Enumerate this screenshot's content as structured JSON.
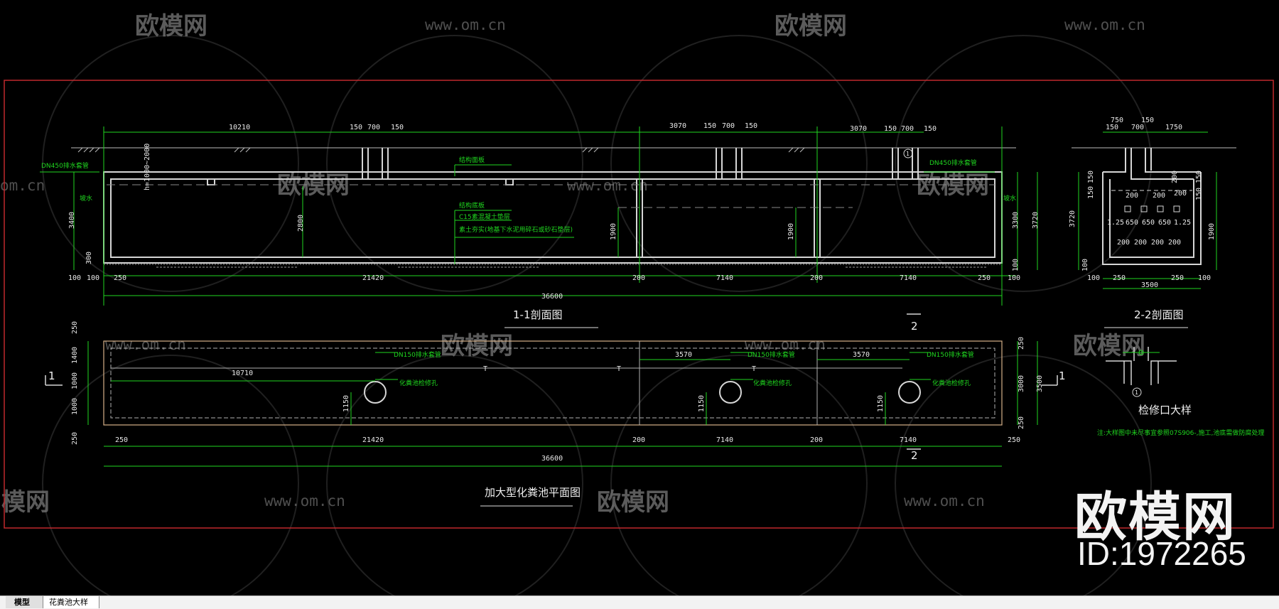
{
  "watermark": {
    "brand": "欧模网",
    "url": "www.om.cn",
    "brand_partial": "模网",
    "url_partial": "om.cn",
    "id_label": "ID:1972265"
  },
  "section_1": {
    "title": "1-1剖面图",
    "top_dims": [
      "10210",
      "150",
      "700",
      "150",
      "3070",
      "150",
      "700",
      "150",
      "3070",
      "150",
      "700",
      "150"
    ],
    "bottom_dims": [
      "100",
      "100",
      "250",
      "21420",
      "200",
      "7140",
      "200",
      "7140",
      "250",
      "100"
    ],
    "overall": "36600",
    "left_dims": [
      "3400",
      "300",
      "100"
    ],
    "right_dims": [
      "3300",
      "3720",
      "100"
    ],
    "inner_dims": [
      "2800",
      "1900",
      "1900"
    ],
    "slope": "h=1000~2000",
    "marker": "1",
    "notes": [
      "DN450排水套管",
      "结构面板",
      "结构底板",
      "C15素混凝土垫层",
      "素土夯实(地基下水泥用碎石或砂石垫层)",
      "DN450排水套管",
      "坡水",
      "坡水"
    ]
  },
  "section_2": {
    "title": "2-2剖面图",
    "top_dims": [
      "150",
      "150",
      "750",
      "700",
      "1750"
    ],
    "left_dims": [
      "150",
      "150",
      "3720",
      "100"
    ],
    "right_dims": [
      "200",
      "150",
      "200",
      "150",
      "1900"
    ],
    "inner_row1": [
      "200",
      "200"
    ],
    "inner_row2": [
      "1.25",
      "650",
      "650",
      "650",
      "1.25"
    ],
    "inner_row3": [
      "200",
      "200",
      "200",
      "200"
    ],
    "bottom_dims": [
      "100",
      "250",
      "250",
      "100"
    ],
    "bottom_total": "3500"
  },
  "plan": {
    "title": "加大型化粪池平面图",
    "overall": "36600",
    "bottom_dims": [
      "250",
      "21420",
      "200",
      "7140",
      "200",
      "7140",
      "250"
    ],
    "left_dims": [
      "250",
      "1400",
      "1000",
      "1000",
      "250"
    ],
    "right_dims": [
      "250",
      "3000",
      "3500",
      "250"
    ],
    "top_dims": [
      "10710",
      "3570",
      "3570"
    ],
    "vert_dims": [
      "1150",
      "1150",
      "1150"
    ],
    "notes": [
      "DN150排水套管",
      "DN150排水套管",
      "DN150排水套管",
      "化粪池检修孔",
      "化粪池检修孔",
      "化粪池检修孔"
    ],
    "section_marks": [
      "1",
      "1",
      "2",
      "2"
    ],
    "pipe_label": "T"
  },
  "detail": {
    "title": "检修口大样",
    "marker": "1",
    "note": "注:大样图中未尽事宜参照07S906-,施工,池底需做防腐处理"
  },
  "tabs": [
    {
      "label": "模型",
      "active": true
    },
    {
      "label": "花粪池大样",
      "active": false
    }
  ],
  "colors": {
    "background": "#000000",
    "frame": "#c0282c",
    "structure": "#d6d6d6",
    "dimension": "#20d620",
    "note": "#1fd61f"
  }
}
